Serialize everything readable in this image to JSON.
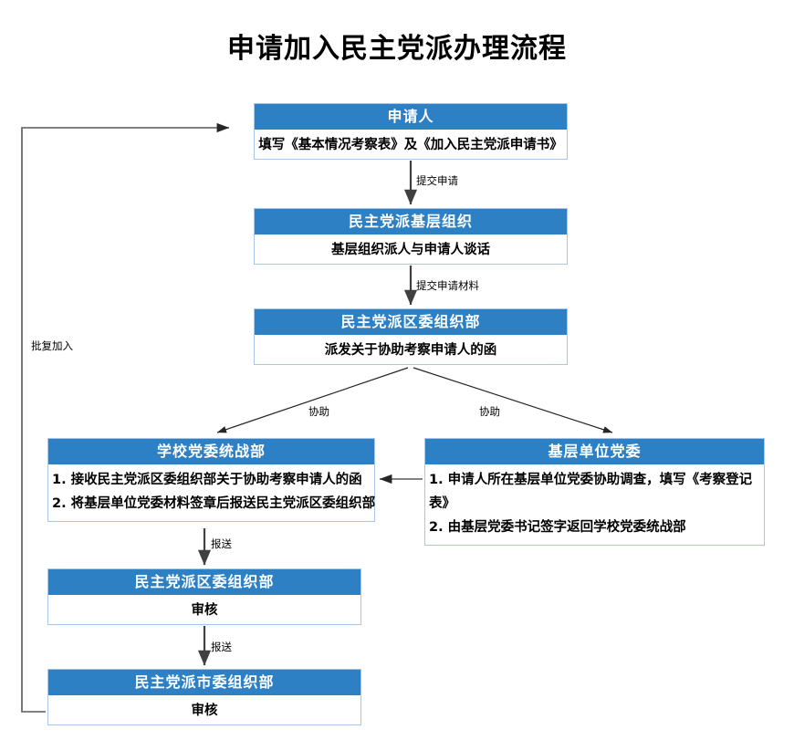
{
  "title": "申请加入民主党派办理流程",
  "colors": {
    "header_blue": "#2E80C4",
    "box_border": "#a8c6e6",
    "connector": "#595959",
    "text": "#000000"
  },
  "nodes": {
    "applicant": {
      "header": "申请人",
      "body": "填写《基本情况考察表》及《加入民主党派申请书》"
    },
    "grassroots_org": {
      "header": "民主党派基层组织",
      "body": "基层组织派人与申请人谈话"
    },
    "district_org_1": {
      "header": "民主党派区委组织部",
      "body": "派发关于协助考察申请人的函"
    },
    "school_united_front": {
      "header": "学校党委统战部",
      "items": [
        "1. 接收民主党派区委组织部关于协助考察申请人的函",
        "2. 将基层单位党委材料签章后报送民主党派区委组织部"
      ]
    },
    "unit_party_committee": {
      "header": "基层单位党委",
      "items": [
        "1. 申请人所在基层单位党委协助调查，填写《考察登记表》",
        "2. 由基层党委书记签字返回学校党委统战部"
      ]
    },
    "district_org_2": {
      "header": "民主党派区委组织部",
      "body": "审核"
    },
    "city_org": {
      "header": "民主党派市委组织部",
      "body": "审核"
    }
  },
  "edge_labels": {
    "submit_application": "提交申请",
    "submit_materials": "提交申请材料",
    "assist_left": "协助",
    "assist_right": "协助",
    "report_1": "报送",
    "report_2": "报送",
    "approve_join": "批复加入"
  },
  "chart_data": {
    "type": "diagram",
    "title": "申请加入民主党派办理流程",
    "nodes": [
      {
        "id": "applicant",
        "label": "申请人",
        "detail": "填写《基本情况考察表》及《加入民主党派申请书》"
      },
      {
        "id": "grassroots_org",
        "label": "民主党派基层组织",
        "detail": "基层组织派人与申请人谈话"
      },
      {
        "id": "district_org_1",
        "label": "民主党派区委组织部",
        "detail": "派发关于协助考察申请人的函"
      },
      {
        "id": "school_united_front",
        "label": "学校党委统战部",
        "detail": "1. 接收民主党派区委组织部关于协助考察申请人的函 / 2. 将基层单位党委材料签章后报送民主党派区委组织部"
      },
      {
        "id": "unit_party_committee",
        "label": "基层单位党委",
        "detail": "1. 申请人所在基层单位党委协助调查，填写《考察登记表》 / 2. 由基层党委书记签字返回学校党委统战部"
      },
      {
        "id": "district_org_2",
        "label": "民主党派区委组织部",
        "detail": "审核"
      },
      {
        "id": "city_org",
        "label": "民主党派市委组织部",
        "detail": "审核"
      }
    ],
    "edges": [
      {
        "from": "applicant",
        "to": "grassroots_org",
        "label": "提交申请"
      },
      {
        "from": "grassroots_org",
        "to": "district_org_1",
        "label": "提交申请材料"
      },
      {
        "from": "district_org_1",
        "to": "school_united_front",
        "label": "协助"
      },
      {
        "from": "district_org_1",
        "to": "unit_party_committee",
        "label": "协助"
      },
      {
        "from": "unit_party_committee",
        "to": "school_united_front",
        "label": ""
      },
      {
        "from": "school_united_front",
        "to": "district_org_2",
        "label": "报送"
      },
      {
        "from": "district_org_2",
        "to": "city_org",
        "label": "报送"
      },
      {
        "from": "city_org",
        "to": "applicant",
        "label": "批复加入"
      }
    ]
  }
}
